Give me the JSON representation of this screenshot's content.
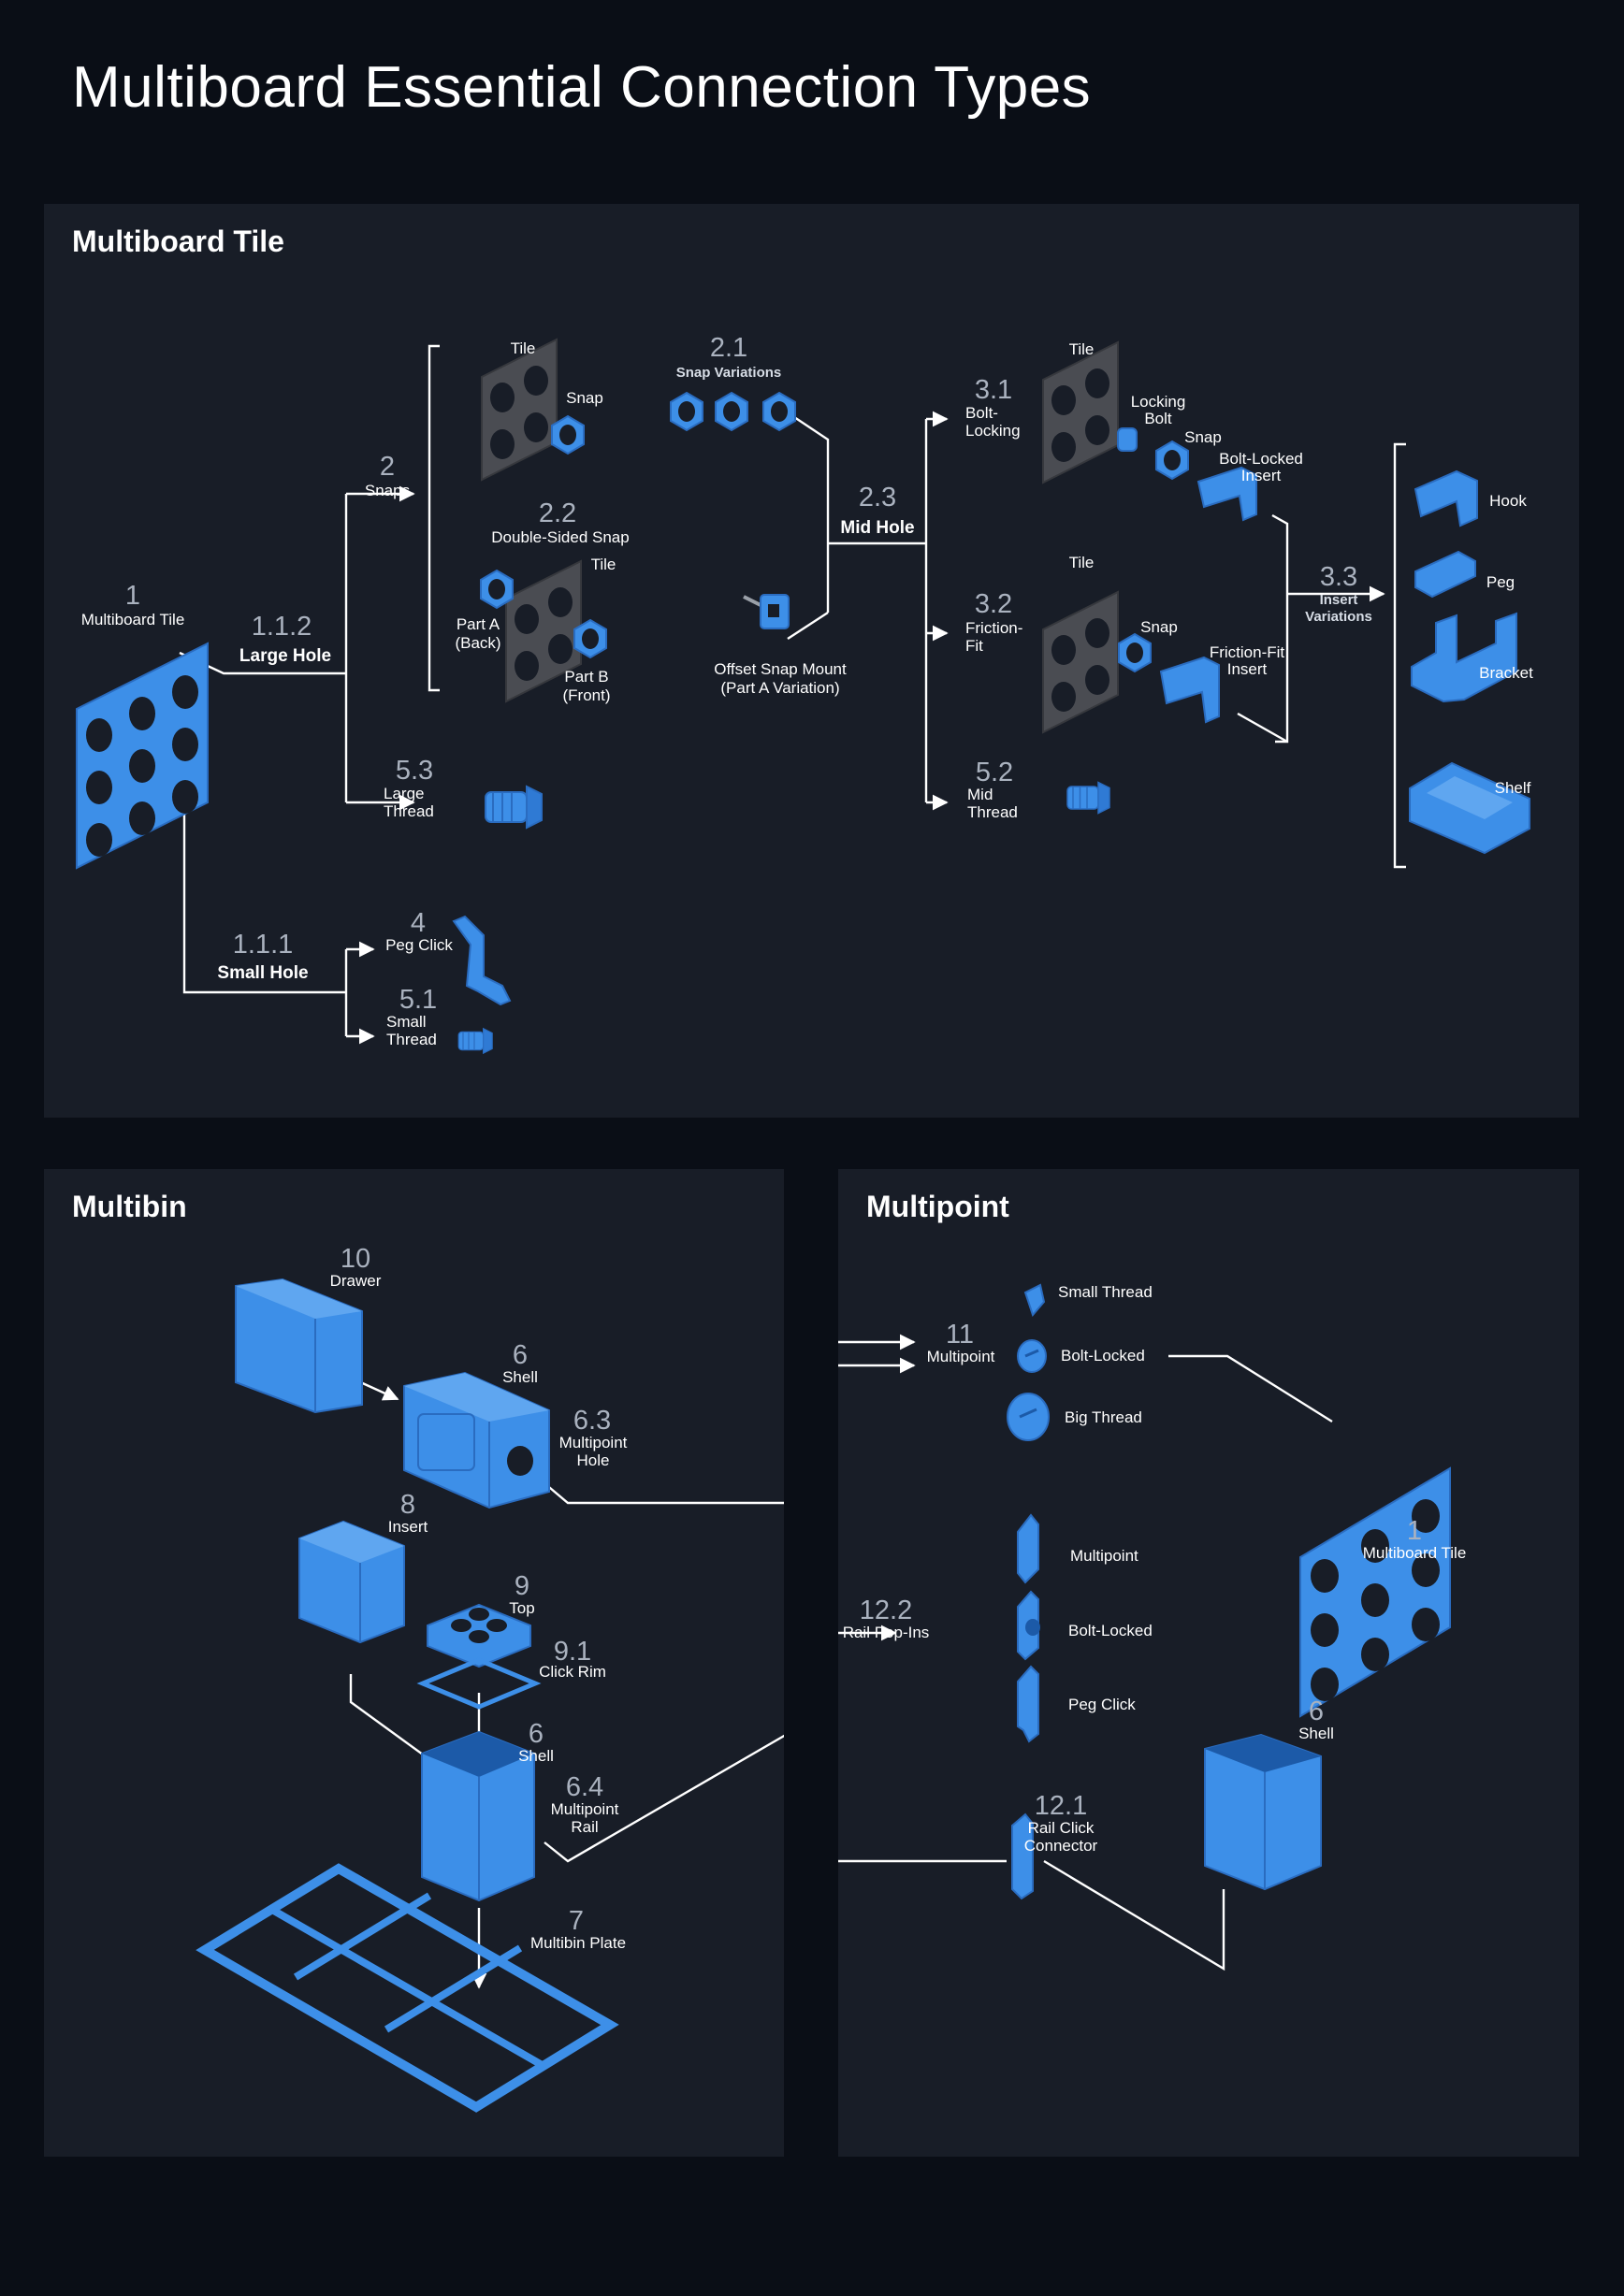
{
  "title": "Multiboard Essential Connection Types",
  "colors": {
    "background": "#0a0e16",
    "panel": "#181d27",
    "part": "#3d8fe8",
    "tile_dark": "#4a4c52",
    "line": "#ffffff",
    "number": "#aab2bf"
  },
  "panels": {
    "tile": {
      "title": "Multiboard Tile",
      "n1": "1",
      "n1_label": "Multiboard Tile",
      "n112": "1.1.2",
      "n112_label": "Large Hole",
      "n2": "2",
      "n2_label": "Snaps",
      "tile_label_a": "Tile",
      "snap_label_a": "Snap",
      "n22": "2.2",
      "n22_label": "Double-Sided Snap",
      "tile_label_b": "Tile",
      "part_a": [
        "Part A",
        "(Back)"
      ],
      "part_b": [
        "Part B",
        "(Front)"
      ],
      "n21": "2.1",
      "n21_label": "Snap Variations",
      "n23": "2.3",
      "n23_label": "Mid Hole",
      "offset_snap": [
        "Offset Snap Mount",
        "(Part A Variation)"
      ],
      "n31": "3.1",
      "n31_label": [
        "Bolt-",
        "Locking"
      ],
      "tile_label_c": "Tile",
      "locking_bolt": [
        "Locking",
        "Bolt"
      ],
      "snap_label_c": "Snap",
      "bolt_locked_insert": [
        "Bolt-Locked",
        "Insert"
      ],
      "n32": "3.2",
      "n32_label": [
        "Friction-",
        "Fit"
      ],
      "tile_label_d": "Tile",
      "snap_label_d": "Snap",
      "friction_insert": [
        "Friction-Fit",
        "Insert"
      ],
      "n33": "3.3",
      "n33_label": [
        "Insert",
        "Variations"
      ],
      "variations": [
        "Hook",
        "Peg",
        "Bracket",
        "Shelf"
      ],
      "n53": "5.3",
      "n53_label": [
        "Large",
        "Thread"
      ],
      "n52": "5.2",
      "n52_label": [
        "Mid",
        "Thread"
      ],
      "n111": "1.1.1",
      "n111_label": "Small Hole",
      "n4": "4",
      "n4_label": "Peg Click",
      "n51": "5.1",
      "n51_label": [
        "Small",
        "Thread"
      ]
    },
    "multibin": {
      "title": "Multibin",
      "n10": "10",
      "n10_label": "Drawer",
      "n6a": "6",
      "n6a_label": "Shell",
      "n63": "6.3",
      "n63_label": [
        "Multipoint",
        "Hole"
      ],
      "n8": "8",
      "n8_label": "Insert",
      "n9": "9",
      "n9_label": "Top",
      "n91": "9.1",
      "n91_label": "Click Rim",
      "n6b": "6",
      "n6b_label": "Shell",
      "n64": "6.4",
      "n64_label": [
        "Multipoint",
        "Rail"
      ],
      "n7": "7",
      "n7_label": "Multibin Plate"
    },
    "multipoint": {
      "title": "Multipoint",
      "n11": "11",
      "n11_label": "Multipoint",
      "mp_types": [
        "Small Thread",
        "Bolt-Locked",
        "Big Thread"
      ],
      "n1": "1",
      "n1_label": "Multiboard Tile",
      "n122": "12.2",
      "n122_label": "Rail Pop-Ins",
      "rail_types": [
        "Multipoint",
        "Bolt-Locked",
        "Peg Click"
      ],
      "n121": "12.1",
      "n121_label": [
        "Rail Click",
        "Connector"
      ],
      "n6": "6",
      "n6_label": "Shell"
    }
  }
}
